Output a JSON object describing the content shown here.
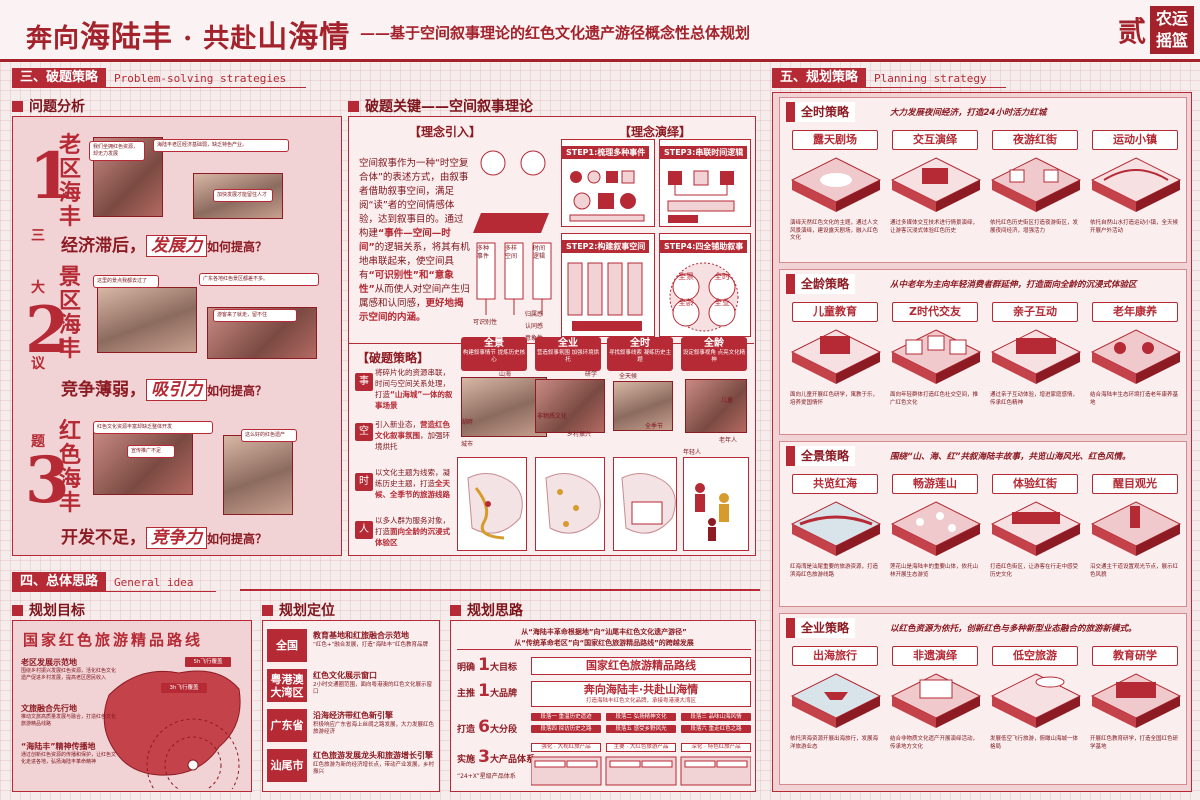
{
  "header": {
    "title_a": "奔向",
    "title_b": "海陆丰",
    "title_c": "·",
    "title_d": "共赴",
    "title_e": "山海情",
    "subtitle": "——基于空间叙事理论的红色文化遗产游径概念性总体规划",
    "page_num": "贰",
    "logo_line1": "农运",
    "logo_line2": "摇篮"
  },
  "sec3": {
    "cn": "三、破题策略",
    "en": "Problem-solving strategies"
  },
  "sec4": {
    "cn": "四、总体思路",
    "en": "General idea"
  },
  "sec5": {
    "cn": "五、规划策略",
    "en": "Planning strategy"
  },
  "problem": {
    "title": "问题分析",
    "san_da_yi_ti": [
      "三",
      "大",
      "议",
      "题"
    ],
    "items": [
      {
        "num": "1",
        "vert": "老区海丰",
        "line_a": "经济滞后，",
        "hl": "发展力",
        "q": "如何提高？",
        "b1": "我们坐拥红色资源，却无力发展",
        "b2": "海陆丰老区经济基础弱，缺乏特色产业。",
        "b3": "加快发展才能留住人才"
      },
      {
        "num": "2",
        "vert": "景区海丰",
        "line_a": "竞争薄弱，",
        "hl": "吸引力",
        "q": "如何提高？",
        "b1": "这里的景点我都去过了",
        "b2": "广东各地红色景区都差不多。",
        "b3": "游客来了就走，留不住"
      },
      {
        "num": "3",
        "vert": "红色海丰",
        "line_a": "开发不足，",
        "hl": "竞争力",
        "q": "如何提高？",
        "b1": "红色文化资源丰富却缺乏整体开发",
        "b2": "这么好的红色遗产",
        "b3": "宣传推广不足"
      }
    ]
  },
  "key": {
    "title": "破题关键——空间叙事理论",
    "intro_title": "【理念引入】",
    "demo_title": "【理念演绎】",
    "intro_text_1": "空间叙事作为一种“时空复合体”的表述方式，由叙事者借助叙事空间，满足阅“读”者的空间情感体验，达到叙事目的。通过构建",
    "intro_hl_1": "“事件—空间—时间”",
    "intro_text_2": "的逻辑关系，将其有机地串联起来，使空间具有",
    "intro_hl_2": "“可识别性”和“意象性”",
    "intro_text_3": "从而使人对空间产生归属感和认同感，",
    "intro_hl_3": "更好地揭示空间的内涵。",
    "diagram_labels": [
      "多种事件",
      "多样空间",
      "时间逻辑",
      "可识别性",
      "归属感",
      "认同感",
      "意象性"
    ],
    "steps": [
      "STEP1:梳理多种事件",
      "STEP3:串联时间逻辑",
      "STEP2:构建叙事空间",
      "STEP4:四全铺助叙事"
    ],
    "step4_nodes": [
      "全景",
      "全时",
      "全龄",
      "全业"
    ],
    "strategy_title": "【破题策略】",
    "strategies": [
      {
        "seal": "事",
        "text_a": "将碎片化的资源串联，时间与空间关系处理，打造",
        "hl": "“山海城”一体的叙事场景"
      },
      {
        "seal": "空",
        "text_a": "引入新业态，",
        "hl": "营造红色文化叙事氛围",
        "text_b": "，加强环境烘托"
      },
      {
        "seal": "时",
        "text_a": "以文化主题为线索，凝练历史主题，打造",
        "hl": "全天候、全季节的旅游线路"
      },
      {
        "seal": "人",
        "text_a": "以多人群为服务对象，打造",
        "hl": "面向全龄的沉浸式体验区"
      }
    ],
    "cards": [
      {
        "t": "全景",
        "d": "构建叙事情节 提炼历史核心"
      },
      {
        "t": "全业",
        "d": "营造叙事氛围 加强环境烘托"
      },
      {
        "t": "全时",
        "d": "寻找叙事线索 凝练历史主题"
      },
      {
        "t": "全龄",
        "d": "设定叙事视角 点亮文化精神"
      }
    ],
    "map_labels": [
      "湖畔",
      "山海",
      "城市",
      "研学",
      "全天候",
      "儿童",
      "老年人",
      "年轻人",
      "乡村振兴",
      "全季节",
      "非物质文化"
    ]
  },
  "goal": {
    "title": "规划目标",
    "banner": "国家红色旅游精品路线",
    "items": [
      {
        "t": "老区发展示范地",
        "d": "围绕乡村振兴发展红色资源，活化红色文化遗产促进乡村发展，提高老区居民收入"
      },
      {
        "t": "文旅融合先行地",
        "d": "推动文旅高质量发展与融合，打造红色文化旅游精品线路"
      },
      {
        "t": "“海陆丰”精神传播地",
        "d": "通过创新红色资源的传播和保护，让红色文化走进各地，弘扬海陆丰革命精神"
      }
    ],
    "arc_labels": [
      "3h飞行覆盖",
      "5h飞行覆盖"
    ]
  },
  "position": {
    "title": "规划定位",
    "rows": [
      {
        "tag": "全国",
        "t": "教育基地和红旅融合示范地",
        "d": "“红色+”融合发展，打造“海陆丰”红色教育品牌"
      },
      {
        "tag": "粤港澳大湾区",
        "t": "红色文化展示窗口",
        "d": "2小时交通圈范围，面向粤港澳的红色文化展示窗口"
      },
      {
        "tag": "广东省",
        "t": "沿海经济带红色新引擎",
        "d": "积极响应广东省海上丝绸之路发展，大力发展红色旅游经济"
      },
      {
        "tag": "汕尾市",
        "t": "红色旅游发展龙头和旅游增长引擎",
        "d": "红色旅游为新的经济增长点，带动产业发展，乡村振兴"
      }
    ]
  },
  "think": {
    "title": "规划思路",
    "line1": "从“海陆丰革命根据地”向“汕尾丰红色文化遗产游径”",
    "line2": "从“传统革命老区”向“国家红色旅游精品路线”的跨越发展",
    "rows": [
      {
        "label_a": "明确",
        "n": "1",
        "label_b": "大目标",
        "box": "国家红色旅游精品路线"
      },
      {
        "label_a": "主推",
        "n": "1",
        "label_b": "大品牌",
        "box": "奔向海陆丰·共赴山海情",
        "box_sub": "打造海陆丰红色文化品牌，承接粤港澳大湾区"
      },
      {
        "label_a": "打造",
        "n": "6",
        "label_b": "大分段"
      },
      {
        "label_a": "实施",
        "n": "3",
        "label_b": "大产品体系",
        "extra": "“24+X”星级产品体系"
      }
    ],
    "segments": [
      "段落一 重温历史遗迹",
      "段落二 弘扬精神文化",
      "段落三 品味山海风情",
      "段落四 探访历史之路",
      "段落五 感受乡野风光",
      "段落六 重走红色之路"
    ],
    "products": [
      "强化 · 大视红旅产品",
      "主要 · 大红色旅游产品",
      "深化 · 特色红旅产品"
    ]
  },
  "plan": {
    "blocks": [
      {
        "title": "全时策略",
        "slogan": "大力发展夜间经济，打造24小时活力红城",
        "tabs": [
          "露天剧场",
          "交互演绎",
          "夜游红街",
          "运动小镇"
        ],
        "descs": [
          "演绎天然红色文化的主题，通过人文风景演绎，建设露天剧场，融入红色文化",
          "通过多媒体交互技术进行情景演绎，让游客沉浸式体验红色历史",
          "依托红色历史街区打造夜游街区，发展夜间经济，增强活力",
          "依托自然山水打造运动小镇，全天候开展户外活动"
        ]
      },
      {
        "title": "全龄策略",
        "slogan": "从中老年为主向年轻消费者群延伸，打造面向全龄的沉浸式体验区",
        "tabs": [
          "儿童教育",
          "Z时代交友",
          "亲子互动",
          "老年康养"
        ],
        "descs": [
          "面向儿童开展红色研学，寓教于乐，培养爱国情怀",
          "面向年轻群体打造红色社交空间，推广红色文化",
          "通过亲子互动体验，增进家庭感情，传承红色精神",
          "结合海陆丰生态环境打造老年康养基地"
        ]
      },
      {
        "title": "全景策略",
        "slogan": "围绕“山、海、红”共叙海陆丰故事，共览山海风光、红色风情。",
        "tabs": [
          "共览红海",
          "畅游莲山",
          "体验红街",
          "醒目观光"
        ],
        "descs": [
          "红海湾是汕尾重要的旅游资源，打造滨海红色旅游线路",
          "莲花山是海陆丰的重要山体，依托山林开展生态游览",
          "打造红色街区，让游客在行走中感受历史文化",
          "沿交通主干道设置观光节点，展示红色风貌"
        ]
      },
      {
        "title": "全业策略",
        "slogan": "以红色资源为依托，创新红色与多种新型业态融合的旅游新模式。",
        "tabs": [
          "出海旅行",
          "非遗演绎",
          "低空旅游",
          "教育研学"
        ],
        "descs": [
          "依托滨海资源开展出海旅行，发展海洋旅游业态",
          "结合非物质文化遗产开展演绎活动，传承地方文化",
          "发展低空飞行旅游，俯瞰山海城一体格局",
          "开展红色教育研学，打造全国红色研学基地"
        ]
      }
    ]
  },
  "colors": {
    "accent": "#b52a34",
    "dark": "#8d1b23",
    "pink": "#f1d3d5"
  }
}
